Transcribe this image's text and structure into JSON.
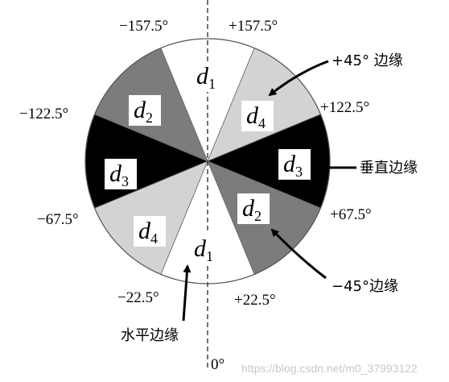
{
  "sectors": [
    {
      "id": "d1-top",
      "label_base": "d",
      "label_sub": "1",
      "color": "#ffffff"
    },
    {
      "id": "d4-right",
      "label_base": "d",
      "label_sub": "4",
      "color": "#d3d3d3"
    },
    {
      "id": "d3-right",
      "label_base": "d",
      "label_sub": "3",
      "color": "#000000"
    },
    {
      "id": "d2-right",
      "label_base": "d",
      "label_sub": "2",
      "color": "#7c7c7c"
    },
    {
      "id": "d1-bottom",
      "label_base": "d",
      "label_sub": "1",
      "color": "#ffffff"
    },
    {
      "id": "d4-left",
      "label_base": "d",
      "label_sub": "4",
      "color": "#d3d3d3"
    },
    {
      "id": "d3-left",
      "label_base": "d",
      "label_sub": "3",
      "color": "#000000"
    },
    {
      "id": "d2-left",
      "label_base": "d",
      "label_sub": "2",
      "color": "#7c7c7c"
    }
  ],
  "angle_labels": {
    "neg157": "−157.5°",
    "pos157": "+157.5°",
    "neg122": "−122.5°",
    "pos122": "+122.5°",
    "neg67": "−67.5°",
    "pos67": "+67.5°",
    "neg22": "−22.5°",
    "pos22": "+22.5°",
    "zero": "0°"
  },
  "callouts": {
    "diag45": "+45° 边缘",
    "vertical": "垂直边缘",
    "diag_neg45": "−45°边缘",
    "horizontal_line1": "水平边缘"
  },
  "watermark": "https://blog.csdn.net/m0_37993122"
}
